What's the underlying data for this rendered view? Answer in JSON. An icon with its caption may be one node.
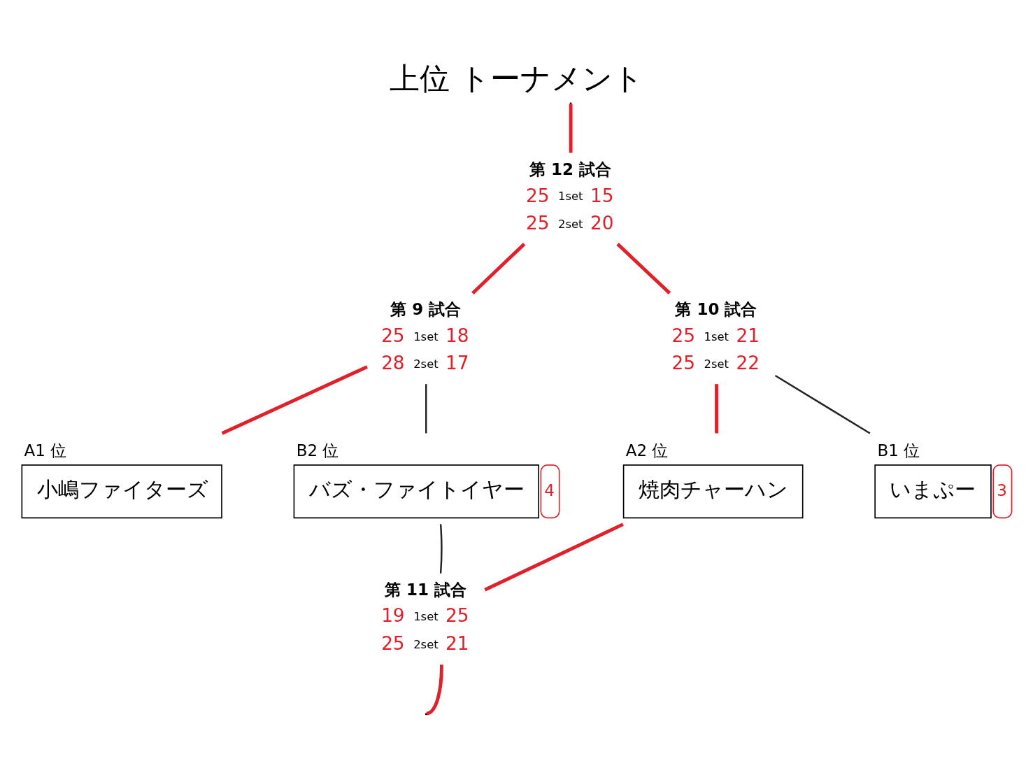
{
  "diagram": {
    "title": "上位 トーナメント",
    "nodes": [
      {
        "text": [
          "第 12 試合"
        ],
        "beside": [
          "25",
          "1set",
          "15",
          "25",
          "2set",
          "20"
        ]
      },
      {
        "text": [
          "第 9 試合"
        ],
        "beside": [
          "25",
          "1set",
          "18",
          "28",
          "2set",
          "17"
        ]
      },
      {
        "text": [
          "第 10 試合"
        ],
        "beside": [
          "25",
          "1set",
          "21",
          "25",
          "2set",
          "22"
        ]
      },
      {
        "text": [
          "小嶋ファイターズ"
        ],
        "beside": [
          "A1 位"
        ]
      },
      {
        "text": [
          "バズ・ファイトイヤー"
        ],
        "beside": [
          "B2 位",
          "4"
        ]
      },
      {
        "text": [
          "焼肉チャーハン"
        ],
        "beside": [
          "A2 位"
        ]
      },
      {
        "text": [
          "いまぷー"
        ],
        "beside": [
          "B1 位",
          "3"
        ]
      },
      {
        "text": [
          "第 11 試合"
        ],
        "beside": [
          "19",
          "1set",
          "25",
          "25",
          "2set",
          "21"
        ]
      }
    ],
    "edges": [
      {
        "from": 3,
        "to": 1,
        "arrow": "none"
      },
      {
        "from": 4,
        "to": 1,
        "arrow": "none",
        "color": "#222222"
      },
      {
        "from": 1,
        "to": 0,
        "arrow": "none"
      },
      {
        "from": 5,
        "to": 2,
        "arrow": "none"
      },
      {
        "from": 6,
        "to": 2,
        "arrow": "none",
        "color": "#222222"
      },
      {
        "from": 2,
        "to": 0,
        "arrow": "none"
      },
      {
        "from": 0,
        "to": null,
        "arrow": "none"
      },
      {
        "from": 4,
        "to": 7,
        "arrow": "none",
        "color": "#222222"
      },
      {
        "from": 5,
        "to": 7,
        "arrow": "none"
      },
      {
        "from": 7,
        "to": null,
        "arrow": "none"
      }
    ]
  }
}
